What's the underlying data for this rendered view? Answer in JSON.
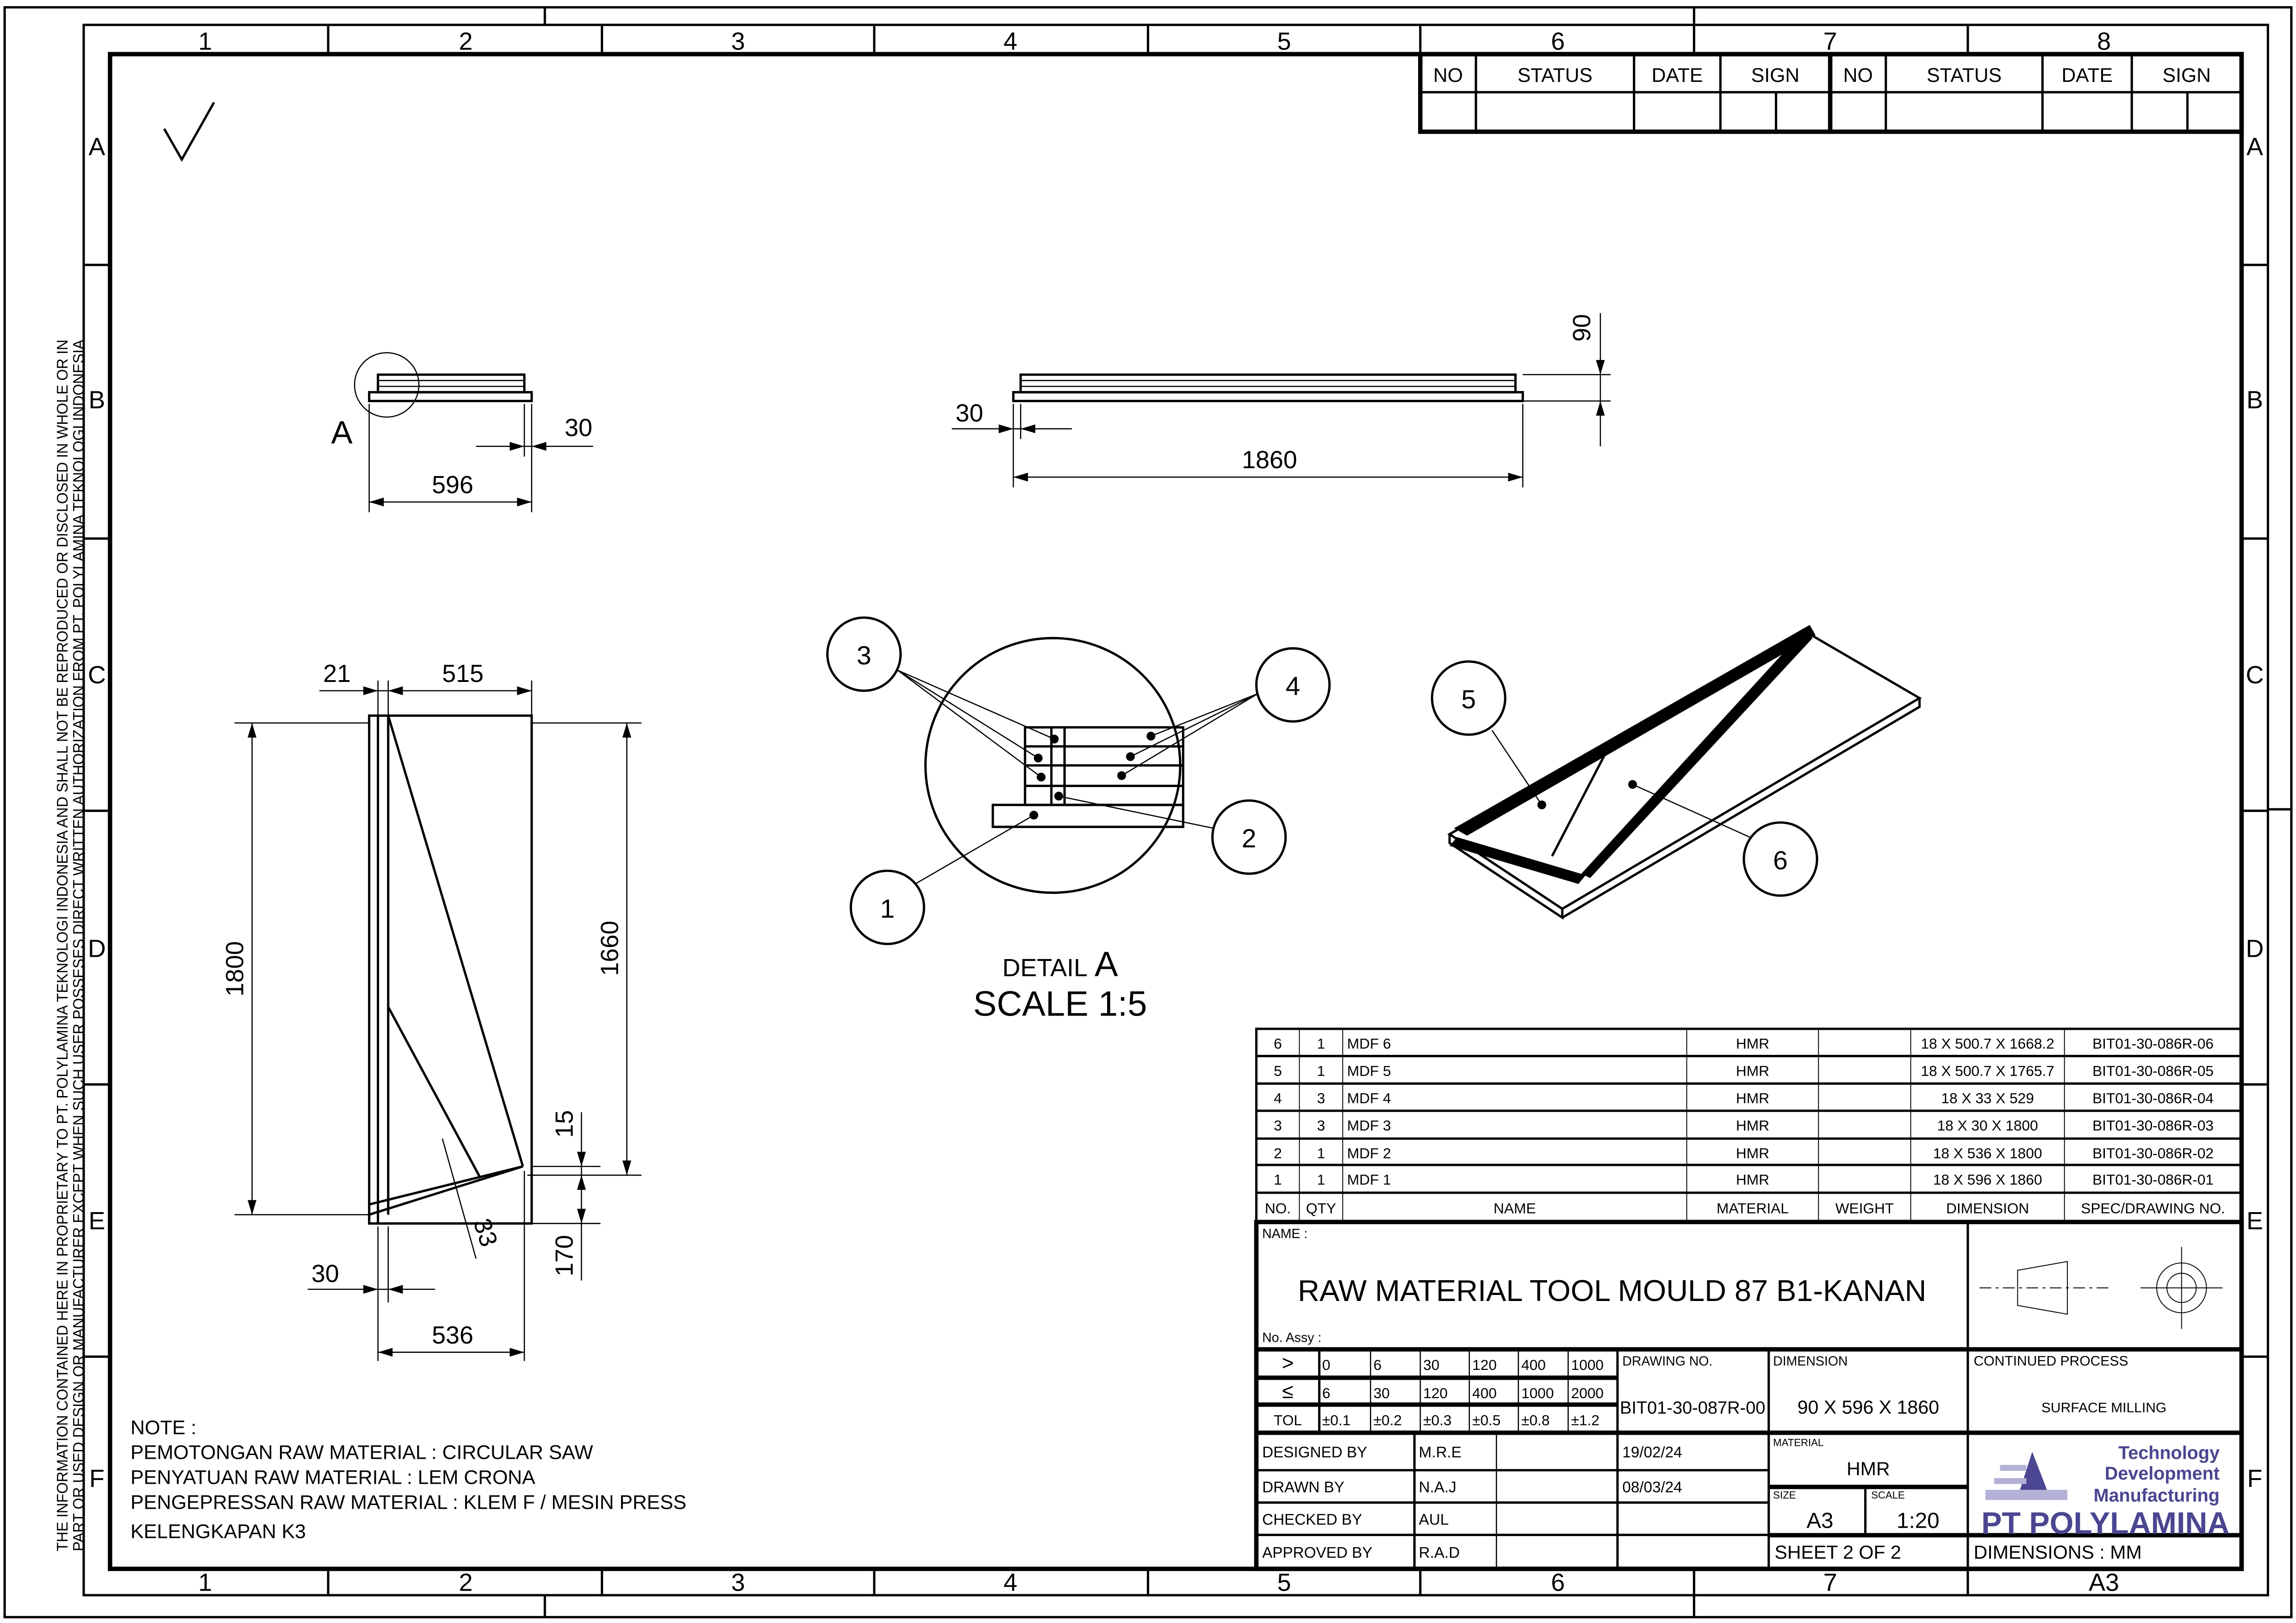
{
  "border": {
    "columns": [
      "1",
      "2",
      "3",
      "4",
      "5",
      "6",
      "7",
      "8"
    ],
    "bottom_columns": [
      "1",
      "2",
      "3",
      "4",
      "5",
      "6",
      "7",
      "A3"
    ],
    "rows": [
      "A",
      "B",
      "C",
      "D",
      "E",
      "F"
    ]
  },
  "disclaimer": [
    "THE INFORMATION CONTAINED HERE IN PROPRIETARY TO PT. POLYLAMINA TEKNOLOGI INDONESIA AND SHALL NOT BE REPRODUCED OR DISCLOSED IN WHOLE OR IN",
    "PART OR USED DESIGN OR MANUFACTURER EXCEPT WHEN SUCH USER POSSESES DIRECT WRITTEN AUTHORIZATION FROM PT. POLYLAMINA TEKNOLOGI INDONESIA"
  ],
  "revision_table": {
    "headers": [
      "NO",
      "STATUS",
      "DATE",
      "SIGN",
      "NO",
      "STATUS",
      "DATE",
      "SIGN"
    ]
  },
  "views": {
    "top_left": {
      "detail_marker": "A",
      "dim_width": "596",
      "dim_edge": "30"
    },
    "top_right": {
      "dim_height": "90",
      "dim_edge": "30",
      "dim_length": "1860"
    },
    "front": {
      "dim_21": "21",
      "dim_515": "515",
      "dim_1800": "1800",
      "dim_1660": "1660",
      "dim_15": "15",
      "dim_170": "170",
      "dim_33": "33",
      "dim_30": "30",
      "dim_536": "536"
    },
    "detail": {
      "label_prefix": "DETAIL",
      "label_letter": "A",
      "scale": "SCALE 1:5",
      "balloons": [
        "1",
        "2",
        "3",
        "4"
      ]
    },
    "iso": {
      "balloons": [
        "5",
        "6"
      ]
    }
  },
  "notes": {
    "title": "NOTE :",
    "lines": [
      "PEMOTONGAN RAW MATERIAL  : CIRCULAR SAW",
      "PENYATUAN RAW MATERIAL  : LEM CRONA",
      "PENGEPRESSAN RAW MATERIAL : KLEM F / MESIN PRESS",
      "KELENGKAPAN K3"
    ]
  },
  "parts_list": {
    "headers": [
      "NO.",
      "QTY",
      "NAME",
      "MATERIAL",
      "WEIGHT",
      "DIMENSION",
      "SPEC/DRAWING NO."
    ],
    "rows": [
      [
        "6",
        "1",
        "MDF 6",
        "HMR",
        "",
        "18 X 500.7 X 1668.2",
        "BIT01-30-086R-06"
      ],
      [
        "5",
        "1",
        "MDF 5",
        "HMR",
        "",
        "18 X 500.7 X 1765.7",
        "BIT01-30-086R-05"
      ],
      [
        "4",
        "3",
        "MDF 4",
        "HMR",
        "",
        "18 X 33 X 529",
        "BIT01-30-086R-04"
      ],
      [
        "3",
        "3",
        "MDF 3",
        "HMR",
        "",
        "18 X 30 X 1800",
        "BIT01-30-086R-03"
      ],
      [
        "2",
        "1",
        "MDF 2",
        "HMR",
        "",
        "18 X 536 X 1800",
        "BIT01-30-086R-02"
      ],
      [
        "1",
        "1",
        "MDF 1",
        "HMR",
        "",
        "18 X 596 X 1860",
        "BIT01-30-086R-01"
      ]
    ]
  },
  "title_block": {
    "name_label": "NAME :",
    "name": "RAW MATERIAL TOOL MOULD 87 B1-KANAN",
    "assy_label": "No. Assy :",
    "tolerance": {
      "rows": [
        [
          ">",
          "0",
          "6",
          "30",
          "120",
          "400",
          "1000"
        ],
        [
          "≤",
          "6",
          "30",
          "120",
          "400",
          "1000",
          "2000"
        ],
        [
          "TOL",
          "±0.1",
          "±0.2",
          "±0.3",
          "±0.5",
          "±0.8",
          "±1.2"
        ]
      ]
    },
    "drawing_no_label": "DRAWING NO.",
    "drawing_no": "BIT01-30-087R-00",
    "dimension_label": "DIMENSION",
    "dimension": "90 X 596 X 1860",
    "continued_process_label": "CONTINUED PROCESS",
    "continued_process": "SURFACE MILLING",
    "signoffs": [
      {
        "role": "DESIGNED BY",
        "name": "M.R.E",
        "date": "19/02/24"
      },
      {
        "role": "DRAWN BY",
        "name": "N.A.J",
        "date": "08/03/24"
      },
      {
        "role": "CHECKED BY",
        "name": "AUL",
        "date": ""
      },
      {
        "role": "APPROVED BY",
        "name": "R.A.D",
        "date": ""
      }
    ],
    "material_label": "MATERIAL",
    "material": "HMR",
    "size_label": "SIZE",
    "size": "A3",
    "scale_label": "SCALE",
    "scale": "1:20",
    "sheet": "SHEET 2 OF 2",
    "units": "DIMENSIONS : MM",
    "company": {
      "tagline": [
        "Technology",
        "Development",
        "Manufacturing"
      ],
      "name": "PT POLYLAMINA",
      "brand_color": "#4a4691"
    }
  }
}
